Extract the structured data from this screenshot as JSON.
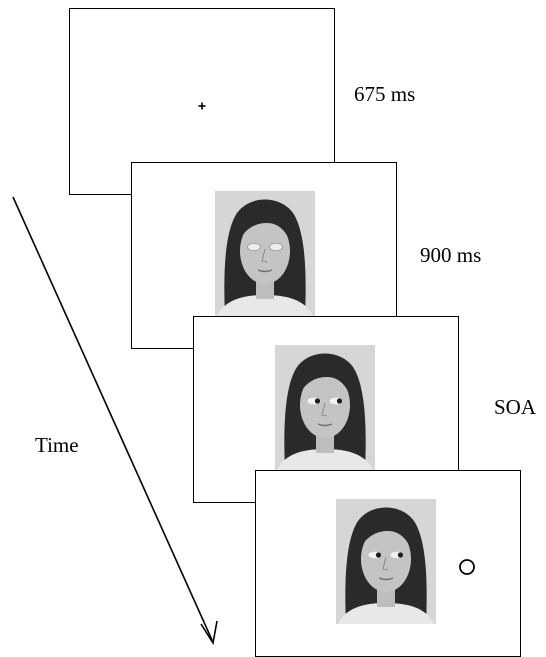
{
  "frames": [
    {
      "id": "fixation",
      "duration_label": "675 ms",
      "content": "fixation-cross"
    },
    {
      "id": "eyes-closed",
      "duration_label": "900 ms",
      "content": "face-eyes-closed"
    },
    {
      "id": "gaze-cue",
      "duration_label": "SOA",
      "content": "face-gaze-right"
    },
    {
      "id": "target",
      "duration_label": "",
      "content": "face-gaze-right-with-target"
    }
  ],
  "time_axis": {
    "label": "Time"
  },
  "colors": {
    "line": "#000000",
    "photo_bg": "#d6d6d6",
    "hair": "#2a2a2a",
    "skin": "#c4c4c4"
  },
  "icons": [
    "fixation-cross-icon",
    "target-circle-icon",
    "time-arrow-icon"
  ]
}
